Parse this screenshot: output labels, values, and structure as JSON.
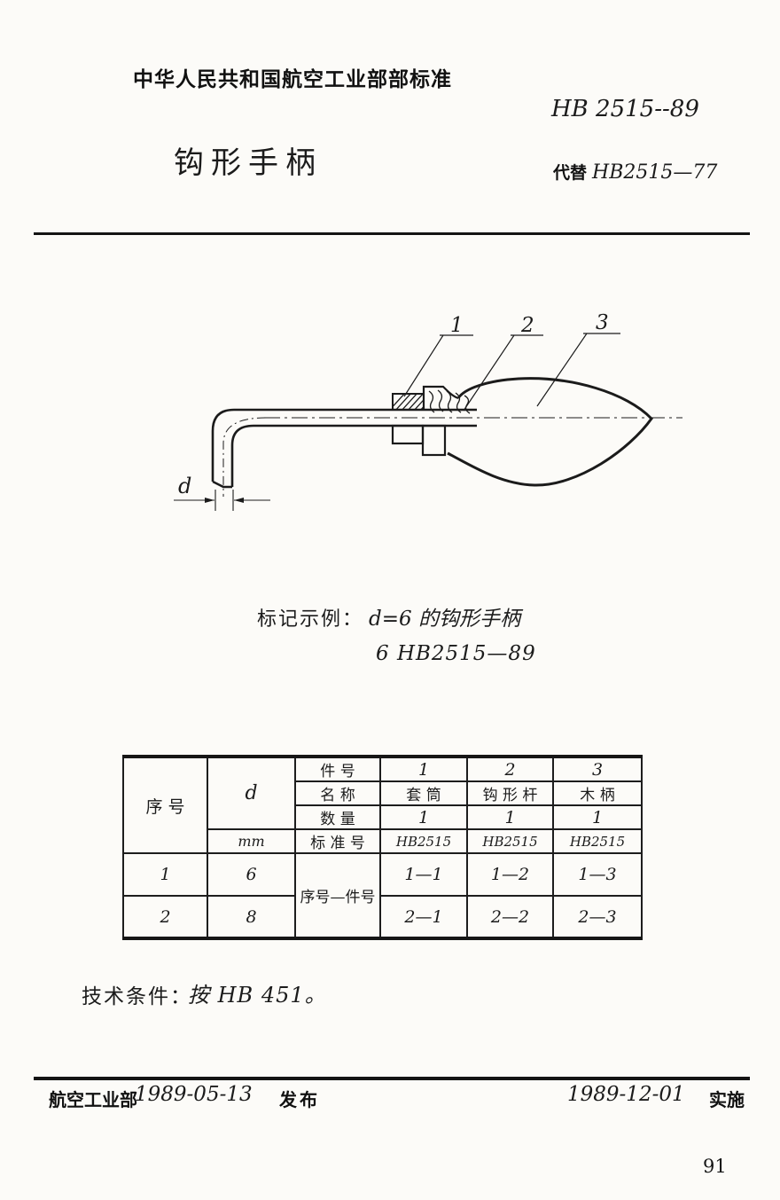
{
  "header": {
    "org_standard": "中华人民共和国航空工业部部标准",
    "standard_no": "HB 2515--89",
    "title": "钩形手柄",
    "replaces_label": "代替",
    "replaces_value": "HB2515—77"
  },
  "drawing": {
    "part_labels": [
      "1",
      "2",
      "3"
    ],
    "dim_label": "d"
  },
  "marking": {
    "label": "标记示例：",
    "line1": "d=6 的钩形手柄",
    "line2": "6  HB2515—89"
  },
  "table": {
    "headers": {
      "seq": "序 号",
      "d": "d",
      "unit": "mm",
      "part_no": "件 号",
      "name": "名 称",
      "qty": "数 量",
      "std": "标 准 号",
      "seq_part": "序号—件号"
    },
    "parts": [
      {
        "no": "1",
        "name": "套 筒",
        "qty": "1",
        "std": "HB2515"
      },
      {
        "no": "2",
        "name": "钩 形 杆",
        "qty": "1",
        "std": "HB2515"
      },
      {
        "no": "3",
        "name": "木 柄",
        "qty": "1",
        "std": "HB2515"
      }
    ],
    "rows": [
      {
        "seq": "1",
        "d": "6",
        "c1": "1—1",
        "c2": "1—2",
        "c3": "1—3"
      },
      {
        "seq": "2",
        "d": "8",
        "c1": "2—1",
        "c2": "2—2",
        "c3": "2—3"
      }
    ]
  },
  "tech_conditions": {
    "label": "技术条件：",
    "value": "按 HB 451。"
  },
  "footer": {
    "org": "航空工业部",
    "issue_date": "1989-05-13",
    "issue_label": "发布",
    "impl_date": "1989-12-01",
    "impl_label": "实施"
  },
  "page_number": "91"
}
